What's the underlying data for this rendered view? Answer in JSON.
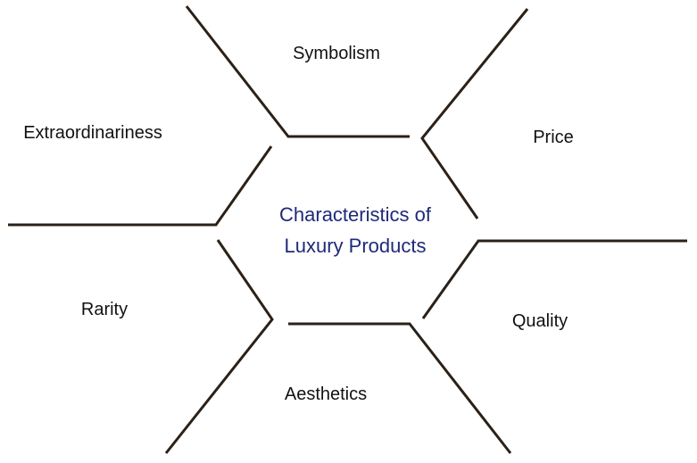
{
  "diagram": {
    "center": {
      "line1": "Characteristics of",
      "line2": "Luxury Products",
      "color": "#1f2a78"
    },
    "characteristics": [
      "Symbolism",
      "Price",
      "Extraordinariness",
      "Rarity",
      "Quality",
      "Aesthetics"
    ],
    "line_color": "#2b2118"
  }
}
